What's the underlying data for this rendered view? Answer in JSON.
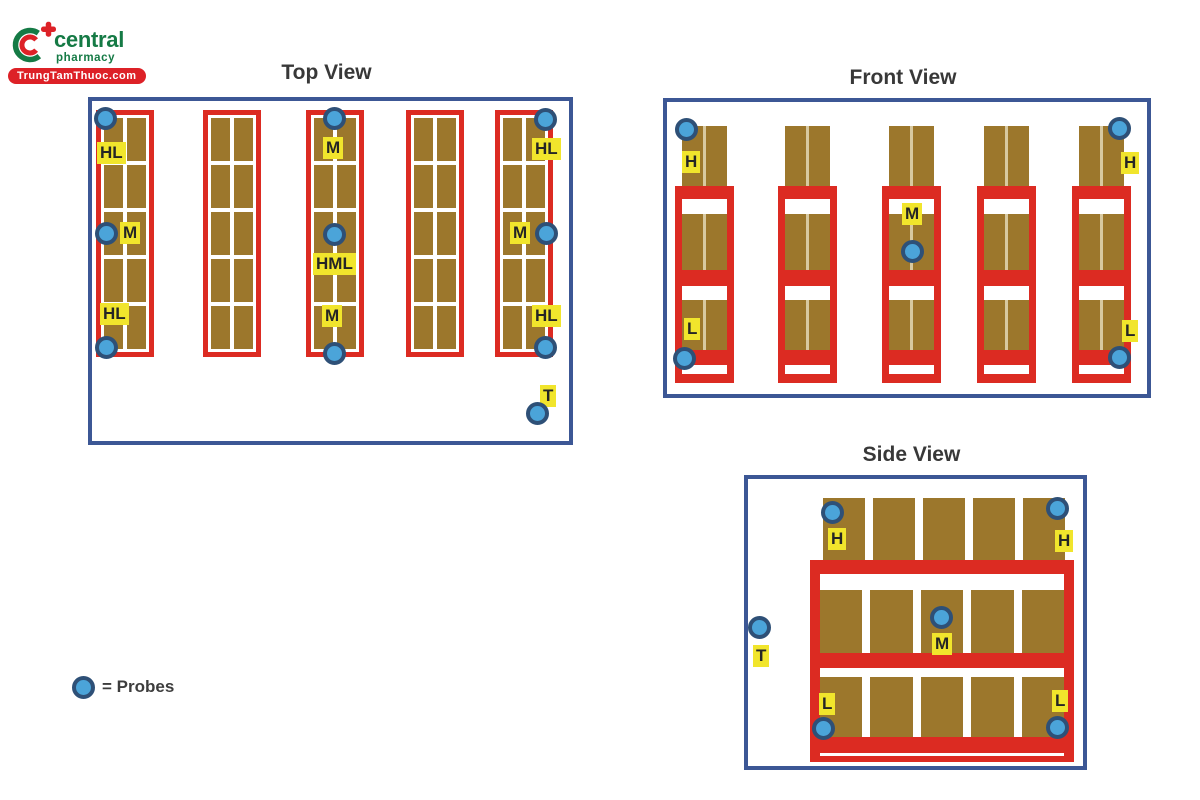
{
  "logo": {
    "brand": "central",
    "tagline": "pharmacy",
    "domain": "TrungTamThuoc.com"
  },
  "views": {
    "top": {
      "title": "Top View",
      "probe_labels": {
        "top_left": "HL",
        "top_center": "M",
        "top_right": "HL",
        "mid_left": "M",
        "mid_center": "HML",
        "mid_right": "M",
        "bottom_left": "HL",
        "bottom_center": "M",
        "bottom_right": "HL",
        "door": "T"
      }
    },
    "front": {
      "title": "Front View",
      "probe_labels": {
        "top_left": "H",
        "top_right": "H",
        "mid_center": "M",
        "bottom_left": "L",
        "bottom_right": "L"
      }
    },
    "side": {
      "title": "Side View",
      "probe_labels": {
        "top_left": "H",
        "top_right": "H",
        "mid_center": "M",
        "bottom_left": "L",
        "bottom_right": "L",
        "door": "T"
      }
    }
  },
  "legend": {
    "probe_label": "= Probes"
  },
  "colors": {
    "boundary_blue": "#3c5795",
    "rack_red": "#dc2b22",
    "pallet_brown": "#9c772c",
    "label_yellow": "#f1e52c",
    "probe_fill": "#4ba4d9",
    "probe_ring": "#2e5077",
    "logo_green": "#157a45",
    "logo_red": "#dd2127"
  }
}
